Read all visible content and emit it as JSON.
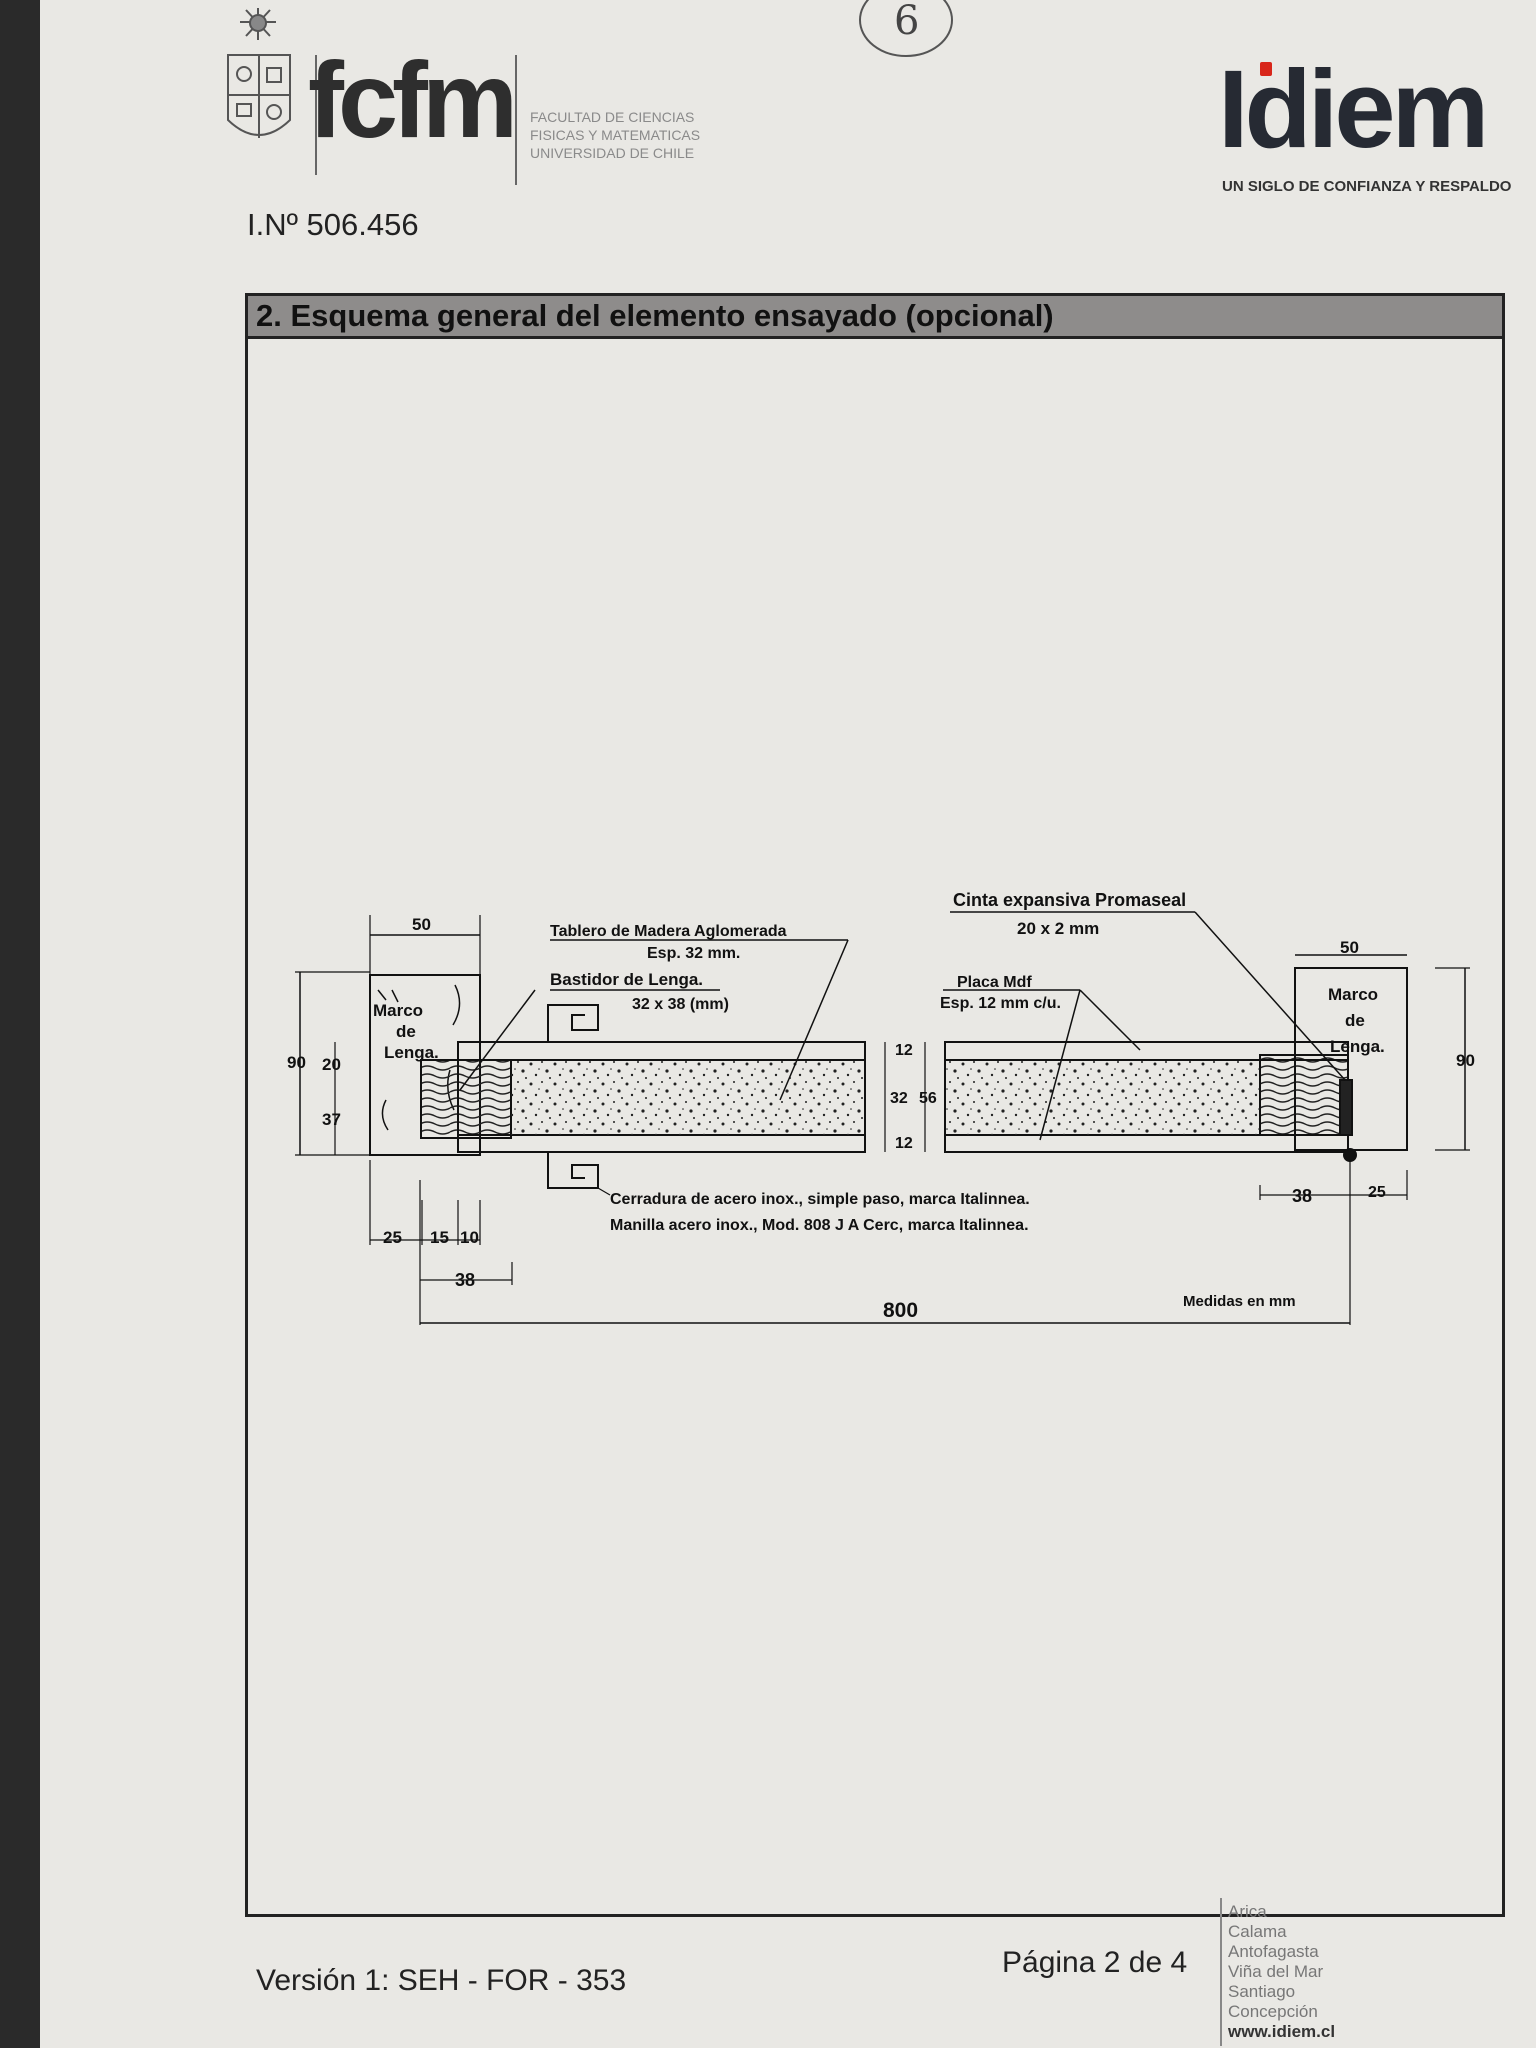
{
  "header": {
    "handwritten_mark": "6",
    "fcfm": {
      "logo_text": "fcfm",
      "faculty_lines": [
        "FACULTAD DE CIENCIAS",
        "FISICAS Y MATEMATICAS",
        "UNIVERSIDAD DE CHILE"
      ]
    },
    "idiem": {
      "logo_text": "Idiem",
      "tagline": "UN SIGLO DE CONFIANZA Y RESPALDO"
    },
    "report_number": "I.Nº 506.456"
  },
  "section": {
    "title": "2.   Esquema general del elemento ensayado (opcional)"
  },
  "drawing": {
    "labels": {
      "top_dim_left": "50",
      "marco_left": [
        "Marco",
        "de",
        "Lenga."
      ],
      "dim_90_left": "90",
      "dim_20": "20",
      "dim_37": "37",
      "tablero_title": "Tablero de Madera Aglomerada",
      "tablero_esp": "Esp. 32 mm.",
      "bastidor_title": "Bastidor de Lenga.",
      "bastidor_dim": "32 x 38 (mm)",
      "dim_12_top": "12",
      "dim_32": "32",
      "dim_56": "56",
      "dim_12_bottom": "12",
      "cinta_title": "Cinta expansiva Promaseal",
      "cinta_dim": "20 x 2 mm",
      "placa_title": "Placa Mdf",
      "placa_esp": "Esp. 12 mm c/u.",
      "top_dim_right": "50",
      "marco_right": [
        "Marco",
        "de",
        "Lenga."
      ],
      "dim_90_right": "90",
      "cerradura": "Cerradura de acero inox., simple paso, marca Italinnea.",
      "manilla": "Manilla acero inox., Mod. 808 J A Cerc, marca Italinnea.",
      "dim_25_left": "25",
      "dim_15": "15",
      "dim_10": "10",
      "dim_38_left": "38",
      "dim_38_right": "38",
      "dim_25_right": "25",
      "dim_800": "800",
      "units": "Medidas en mm"
    }
  },
  "footer": {
    "version": "Versión 1:    SEH - FOR - 353",
    "page": "Página 2 de 4",
    "cities": [
      "Arica",
      "Calama",
      "Antofagasta",
      "Viña del Mar",
      "Santiago",
      "Concepción"
    ],
    "website": "www.idiem.cl"
  }
}
